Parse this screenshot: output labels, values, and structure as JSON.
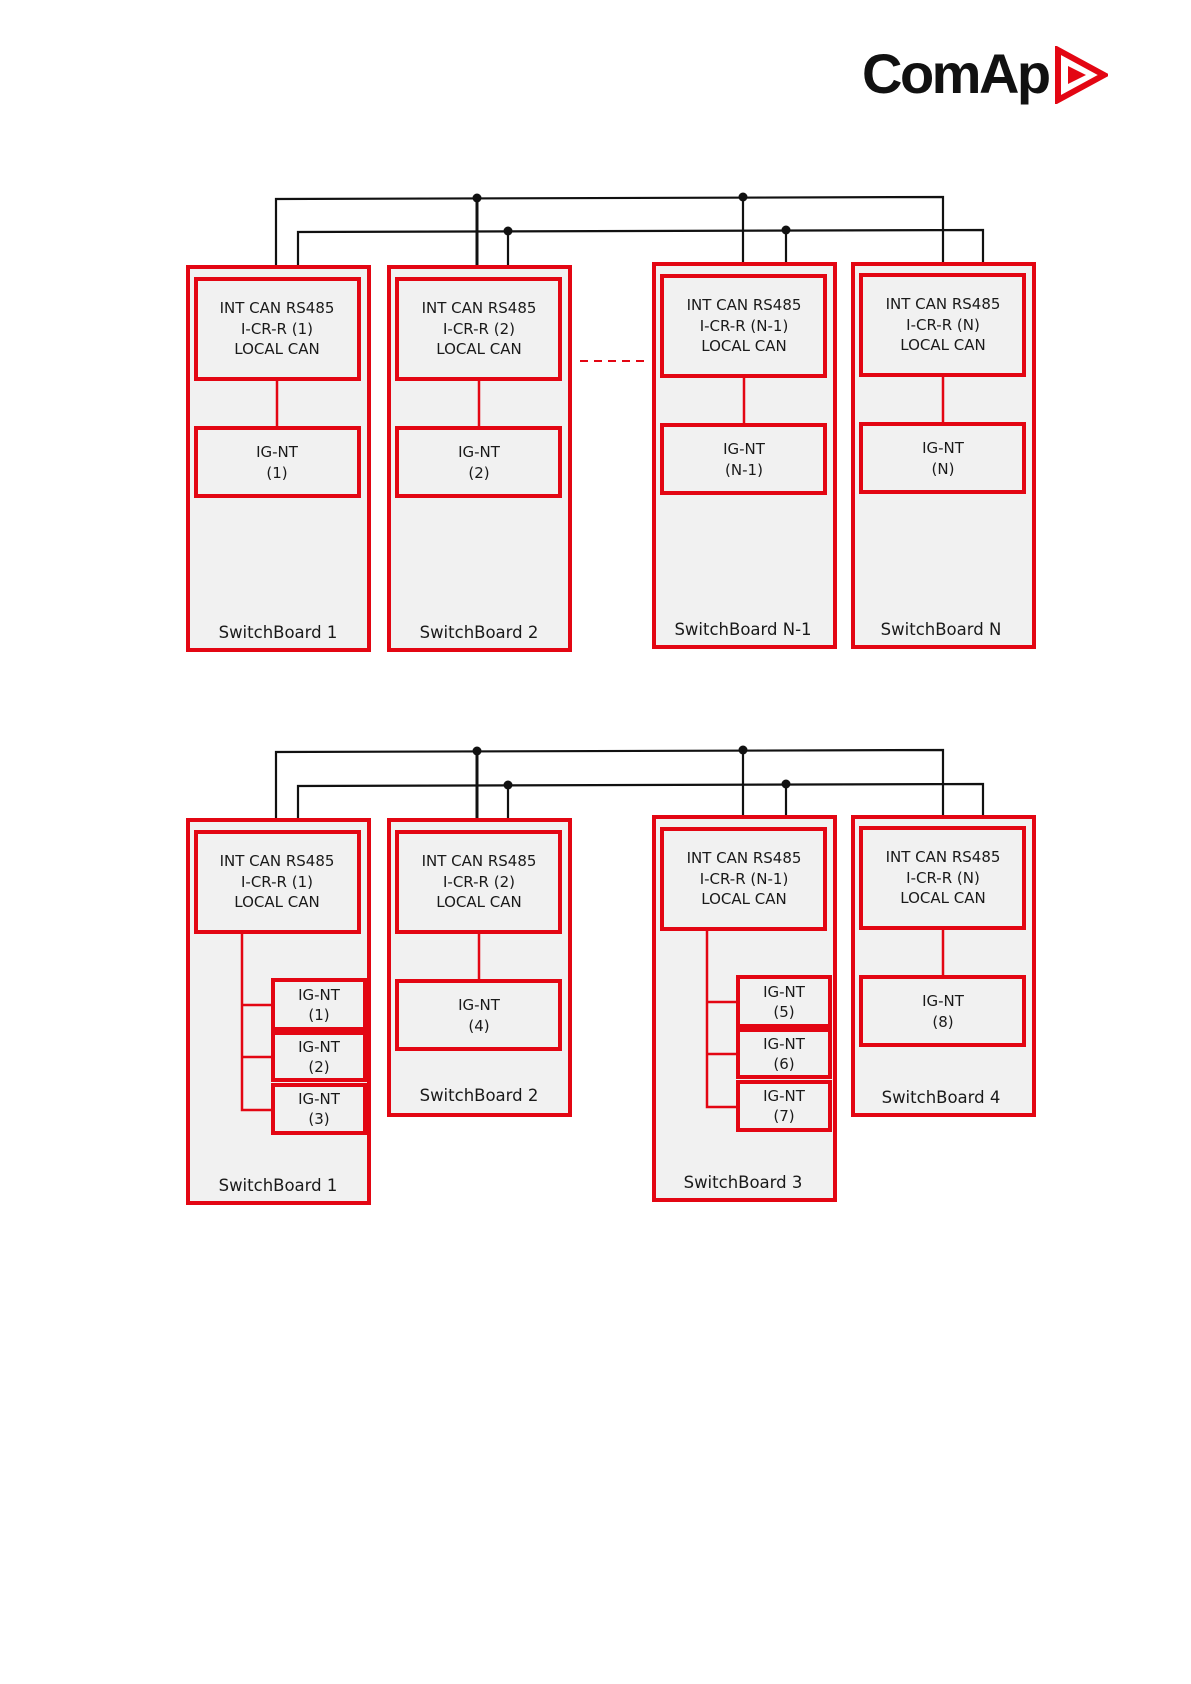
{
  "brand": {
    "name": "ComAp",
    "accent_color": "#e30613"
  },
  "diagram1": {
    "switchboards": [
      {
        "label": "SwitchBoard 1",
        "comm_lines": [
          "INT CAN RS485",
          "I-CR-R (1)",
          "LOCAL CAN"
        ],
        "controller_lines": [
          "IG-NT",
          "(1)"
        ]
      },
      {
        "label": "SwitchBoard 2",
        "comm_lines": [
          "INT CAN RS485",
          "I-CR-R (2)",
          "LOCAL CAN"
        ],
        "controller_lines": [
          "IG-NT",
          "(2)"
        ]
      },
      {
        "label": "SwitchBoard N-1",
        "comm_lines": [
          "INT CAN RS485",
          "I-CR-R (N-1)",
          "LOCAL CAN"
        ],
        "controller_lines": [
          "IG-NT",
          "(N-1)"
        ]
      },
      {
        "label": "SwitchBoard N",
        "comm_lines": [
          "INT CAN RS485",
          "I-CR-R (N)",
          "LOCAL CAN"
        ],
        "controller_lines": [
          "IG-NT",
          "(N)"
        ]
      }
    ]
  },
  "diagram2": {
    "switchboards": [
      {
        "label": "SwitchBoard 1",
        "comm_lines": [
          "INT CAN RS485",
          "I-CR-R (1)",
          "LOCAL CAN"
        ],
        "controllers": [
          [
            "IG-NT",
            "(1)"
          ],
          [
            "IG-NT",
            "(2)"
          ],
          [
            "IG-NT",
            "(3)"
          ]
        ]
      },
      {
        "label": "SwitchBoard 2",
        "comm_lines": [
          "INT CAN RS485",
          "I-CR-R (2)",
          "LOCAL CAN"
        ],
        "controllers": [
          [
            "IG-NT",
            "(4)"
          ]
        ]
      },
      {
        "label": "SwitchBoard 3",
        "comm_lines": [
          "INT CAN RS485",
          "I-CR-R (N-1)",
          "LOCAL CAN"
        ],
        "controllers": [
          [
            "IG-NT",
            "(5)"
          ],
          [
            "IG-NT",
            "(6)"
          ],
          [
            "IG-NT",
            "(7)"
          ]
        ]
      },
      {
        "label": "SwitchBoard 4",
        "comm_lines": [
          "INT CAN RS485",
          "I-CR-R (N)",
          "LOCAL CAN"
        ],
        "controllers": [
          [
            "IG-NT",
            "(8)"
          ]
        ]
      }
    ]
  }
}
